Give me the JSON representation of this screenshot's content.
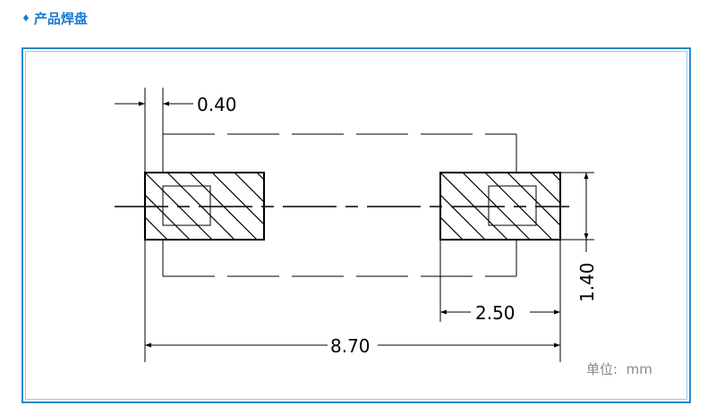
{
  "heading": {
    "bullet": "♦",
    "title": "产品焊盘"
  },
  "dimensions": {
    "gap": "0.40",
    "pad_length": "2.50",
    "total_length": "8.70",
    "pad_width": "1.40"
  },
  "unit_label": "单位:  mm",
  "colors": {
    "heading": "#1a7ad4",
    "frame_border": "#2a8ac8",
    "unit_text": "#888888"
  }
}
